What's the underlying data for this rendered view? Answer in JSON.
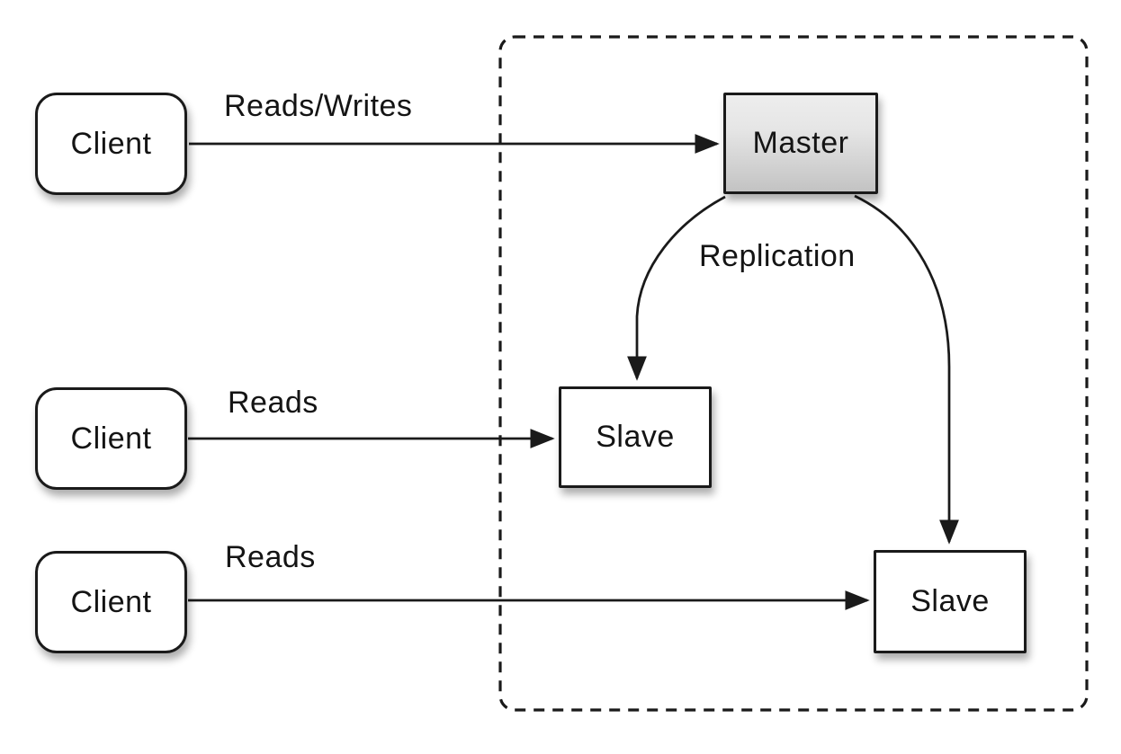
{
  "nodes": {
    "client1": {
      "label": "Client"
    },
    "client2": {
      "label": "Client"
    },
    "client3": {
      "label": "Client"
    },
    "master": {
      "label": "Master"
    },
    "slave1": {
      "label": "Slave"
    },
    "slave2": {
      "label": "Slave"
    }
  },
  "edge_labels": {
    "reads_writes": {
      "label": "Reads/Writes"
    },
    "reads_mid": {
      "label": "Reads"
    },
    "reads_bottom": {
      "label": "Reads"
    },
    "replication": {
      "label": "Replication"
    }
  },
  "colors": {
    "stroke": "#1a1a1a",
    "node_fill": "#ffffff",
    "master_fill_top": "#ededed",
    "master_fill_bottom": "#c3c3c3",
    "text": "#141414",
    "background": "#ffffff"
  }
}
